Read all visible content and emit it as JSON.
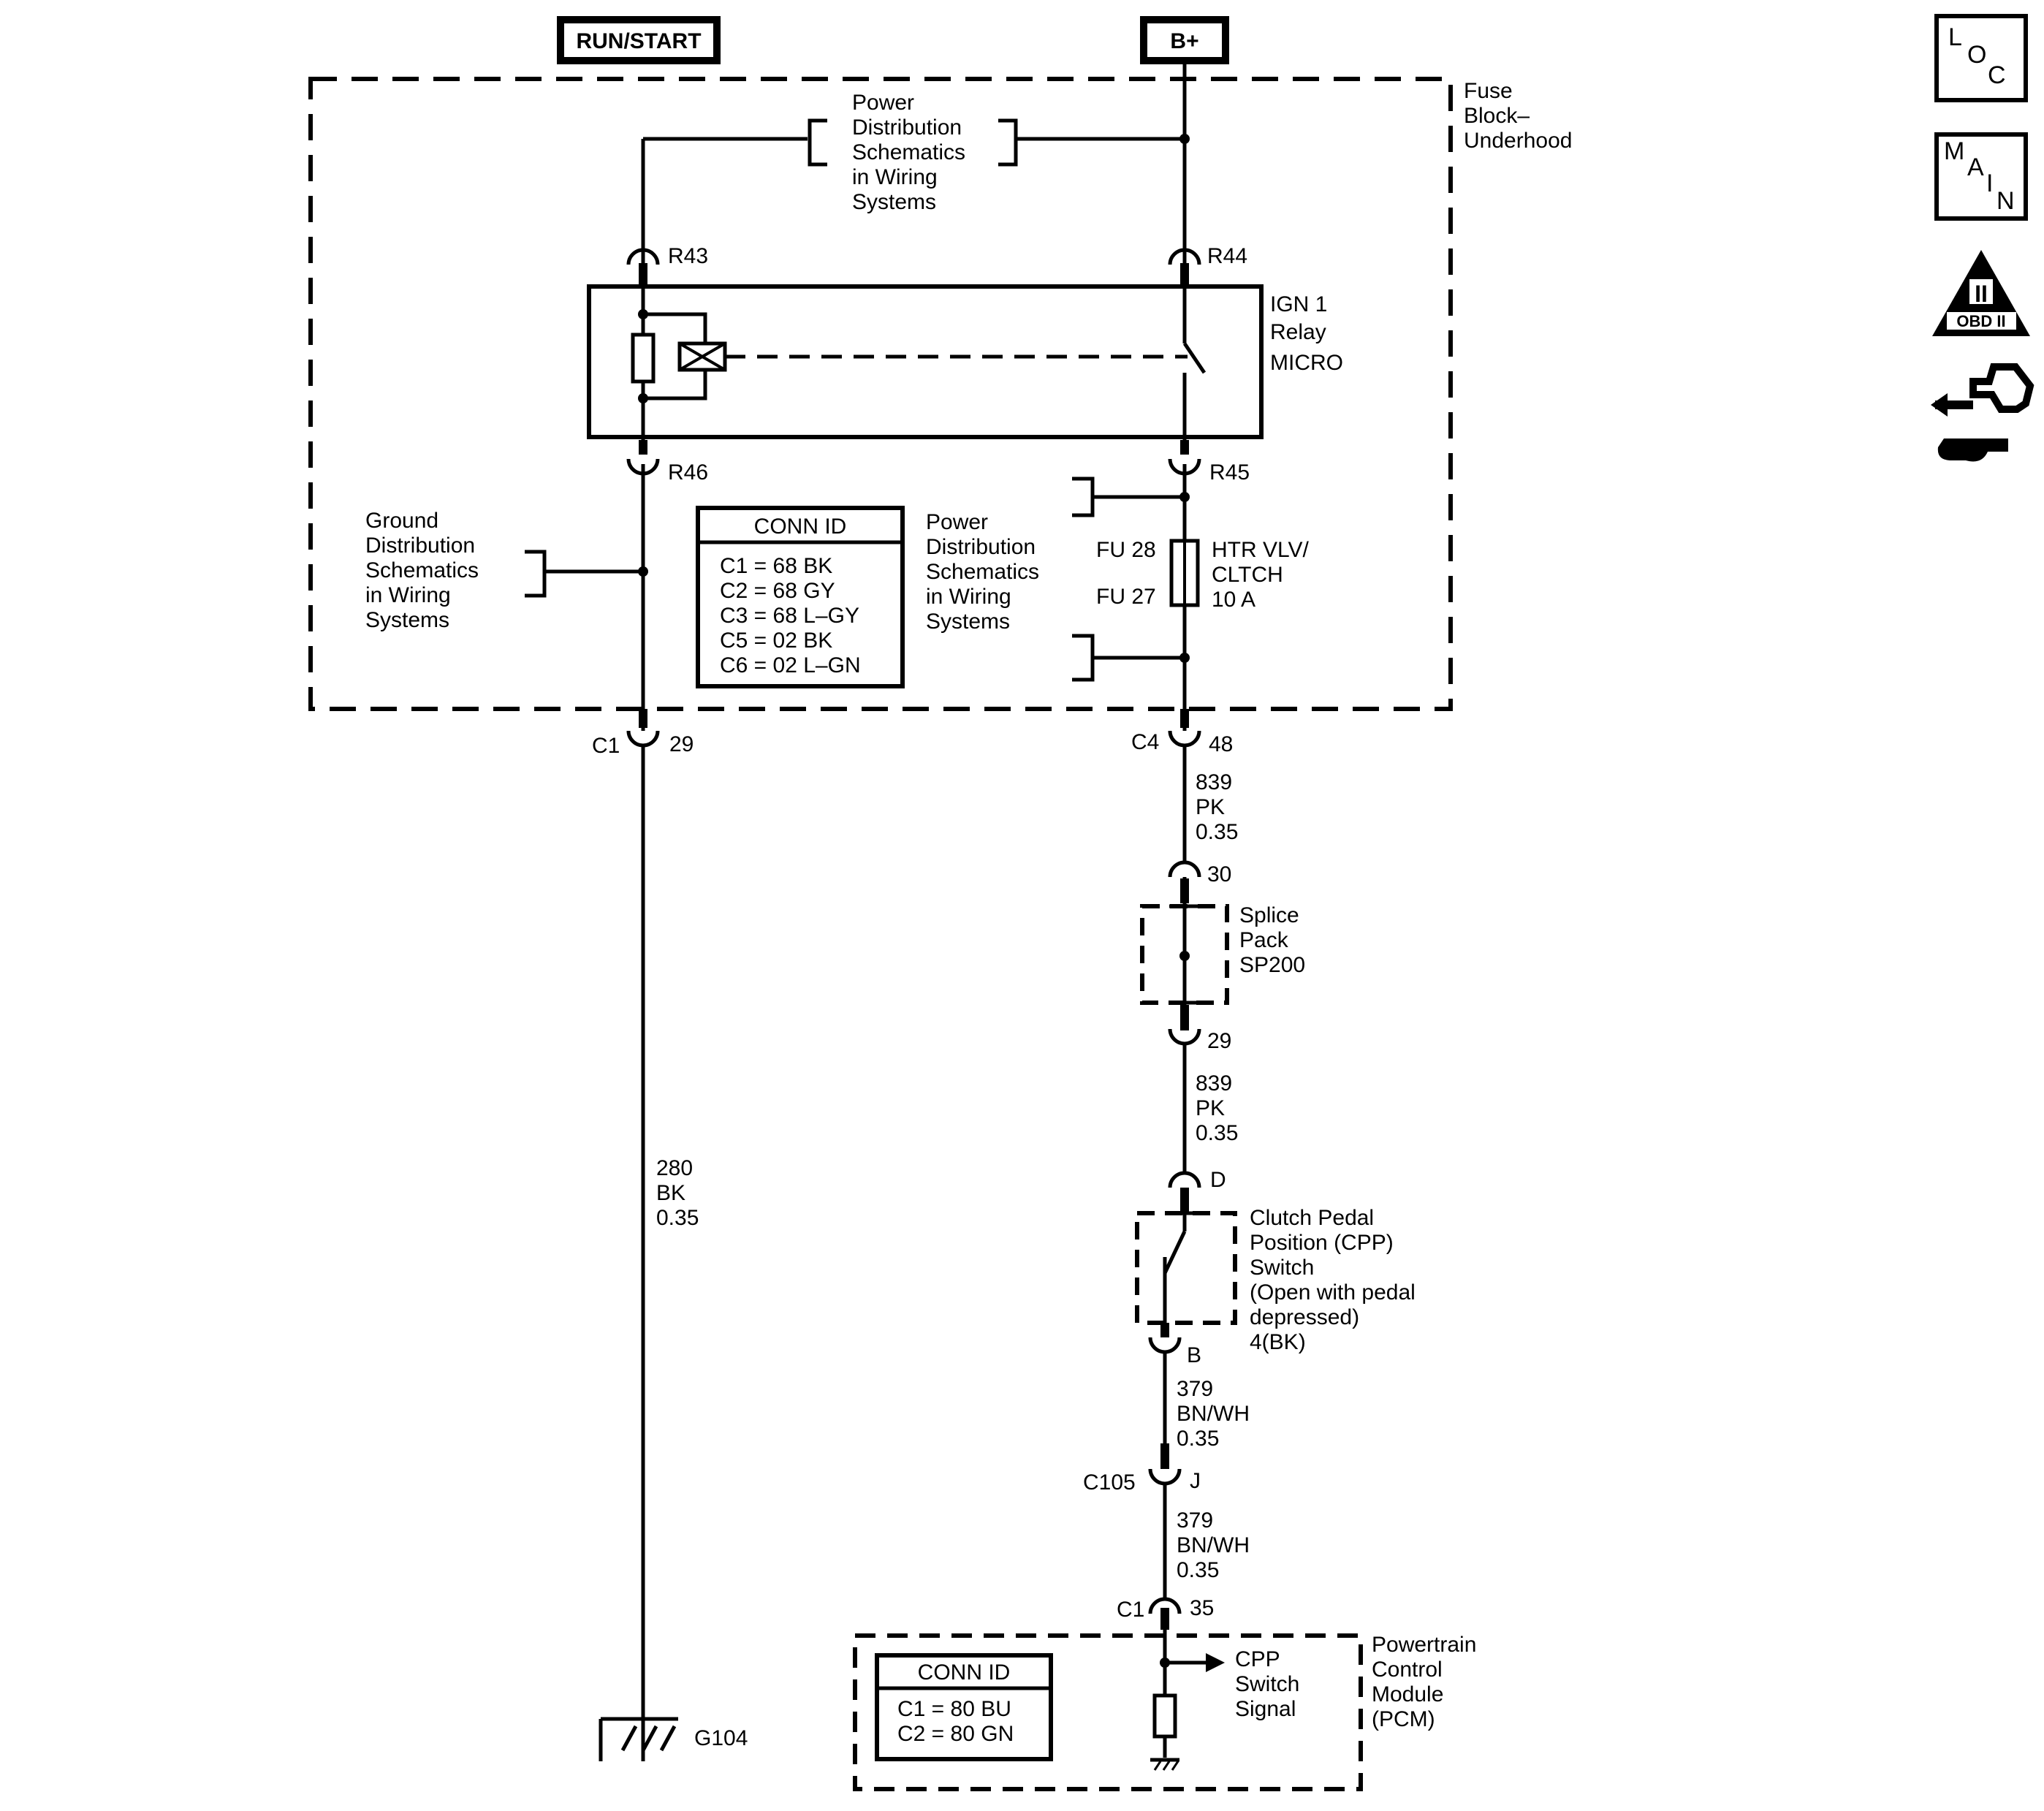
{
  "power_sources": {
    "run_start": "RUN/START",
    "b_plus": "B+"
  },
  "fuse_block": {
    "title_1": "Fuse",
    "title_2": "Block–",
    "title_3": "Underhood",
    "power_ref_top": [
      "Power",
      "Distribution",
      "Schematics",
      "in Wiring",
      "Systems"
    ],
    "power_ref_mid": [
      "Power",
      "Distribution",
      "Schematics",
      "in Wiring",
      "Systems"
    ],
    "ground_ref": [
      "Ground",
      "Distribution",
      "Schematics",
      "in Wiring",
      "Systems"
    ],
    "conn_id": {
      "title": "CONN ID",
      "lines": [
        "C1 = 68 BK",
        "C2 = 68 GY",
        "C3 = 68 L–GY",
        "C5 = 02 BK",
        "C6 = 02 L–GN"
      ]
    },
    "terminals": {
      "r43": "R43",
      "r44": "R44",
      "r45": "R45",
      "r46": "R46"
    },
    "relay": {
      "line_1": "IGN 1",
      "line_2": "Relay",
      "line_3": "MICRO"
    },
    "fuse": {
      "fu28": "FU 28",
      "fu27": "FU 27",
      "name_1": "HTR VLV/",
      "name_2": "CLTCH",
      "rating": "10 A"
    }
  },
  "left_circuit": {
    "conn_c1": "C1",
    "pin_29": "29",
    "wire": [
      "280",
      "BK",
      "0.35"
    ],
    "ground": "G104"
  },
  "right_circuit": {
    "conn_c4": "C4",
    "pin_48": "48",
    "wire_1": [
      "839",
      "PK",
      "0.35"
    ],
    "pin_30": "30",
    "splice": [
      "Splice",
      "Pack",
      "SP200"
    ],
    "pin_29": "29",
    "wire_2": [
      "839",
      "PK",
      "0.35"
    ],
    "pin_d": "D",
    "switch": [
      "Clutch Pedal",
      "Position (CPP)",
      "Switch",
      "(Open with pedal",
      "depressed)",
      "4(BK)"
    ],
    "pin_b": "B",
    "wire_3": [
      "379",
      "BN/WH",
      "0.35"
    ],
    "conn_c105": "C105",
    "pin_j": "J",
    "wire_4": [
      "379",
      "BN/WH",
      "0.35"
    ],
    "conn_c1": "C1",
    "pin_35": "35"
  },
  "pcm": {
    "title": [
      "Powertrain",
      "Control",
      "Module",
      "(PCM)"
    ],
    "signal": [
      "CPP",
      "Switch",
      "Signal"
    ],
    "conn_id": {
      "title": "CONN ID",
      "lines": [
        "C1 = 80 BU",
        "C2 = 80 GN"
      ]
    }
  },
  "side_icons": {
    "loc": [
      "L",
      "O",
      "C"
    ],
    "main": [
      "M",
      "A",
      "I",
      "N"
    ],
    "obd_numeral": "II",
    "obd_label": "OBD II"
  }
}
